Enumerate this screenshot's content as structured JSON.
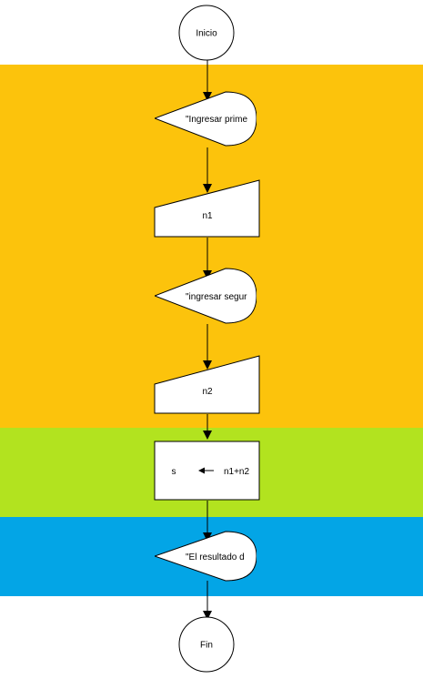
{
  "colors": {
    "input_band": "#fcc30c",
    "process_band": "#b2e31f",
    "output_band": "#03a5e6"
  },
  "flowchart": {
    "start_label": "Inicio",
    "display_1": "\"Ingresar prime",
    "input_1": "n1",
    "display_2": "\"ingresar segur",
    "input_2": "n2",
    "assign_var": "s",
    "assign_expr": "n1+n2",
    "display_3": "\"El resultado d",
    "end_label": "Fin"
  }
}
